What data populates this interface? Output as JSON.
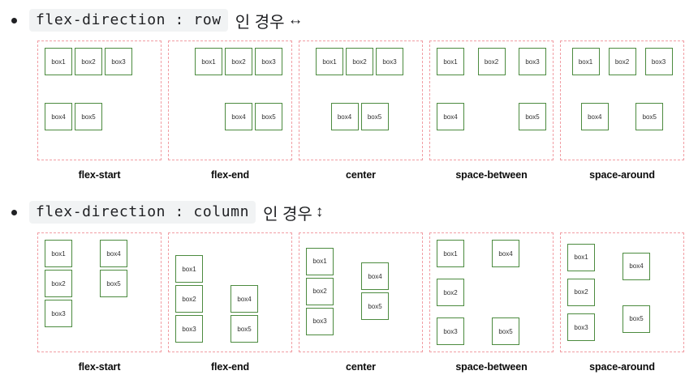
{
  "page": {
    "background": "#ffffff",
    "container_border_color": "#f19da3",
    "box_border_color": "#4c8b3f",
    "code_chip_background": "#f1f3f4"
  },
  "sections": [
    {
      "id": "row",
      "heading": {
        "code": "flex-direction : row",
        "korean": "인 경우",
        "arrow": "↔"
      },
      "direction": "row",
      "demos": [
        {
          "caption": "flex-start",
          "justify": "flex-start"
        },
        {
          "caption": "flex-end",
          "justify": "flex-end"
        },
        {
          "caption": "center",
          "justify": "center"
        },
        {
          "caption": "space-between",
          "justify": "space-between"
        },
        {
          "caption": "space-around",
          "justify": "space-around"
        }
      ]
    },
    {
      "id": "column",
      "heading": {
        "code": "flex-direction : column",
        "korean": "인 경우",
        "arrow": "↕"
      },
      "direction": "column",
      "demos": [
        {
          "caption": "flex-start",
          "justify": "flex-start"
        },
        {
          "caption": "flex-end",
          "justify": "flex-end"
        },
        {
          "caption": "center",
          "justify": "center"
        },
        {
          "caption": "space-between",
          "justify": "space-between"
        },
        {
          "caption": "space-around",
          "justify": "space-around"
        }
      ]
    }
  ],
  "boxes": [
    "box1",
    "box2",
    "box3",
    "box4",
    "box5"
  ]
}
